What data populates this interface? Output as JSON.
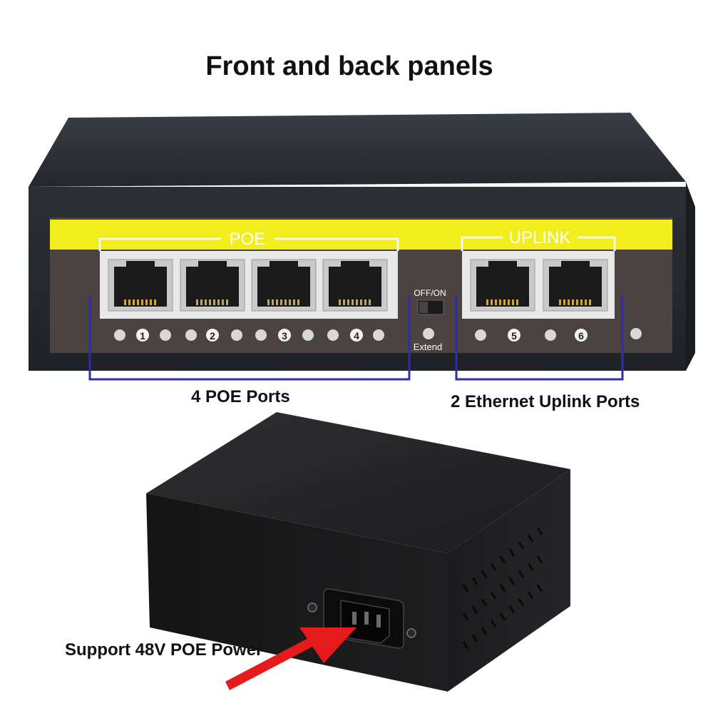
{
  "title": "Front and back panels",
  "front_panel": {
    "poe_label": "POE",
    "uplink_label": "UPLINK",
    "switch_label": "OFF/ON",
    "extend_label": "Extend",
    "port_numbers": [
      "1",
      "2",
      "3",
      "4",
      "5",
      "6"
    ]
  },
  "captions": {
    "poe_ports": "4 POE Ports",
    "uplink_ports": "2 Ethernet Uplink Ports",
    "power": "Support 48V POE Power"
  },
  "colors": {
    "label_strip": "#f2ee1e",
    "bracket": "#2b2fa8",
    "arrow": "#e51b1b",
    "chassis": "#2a2d33"
  }
}
